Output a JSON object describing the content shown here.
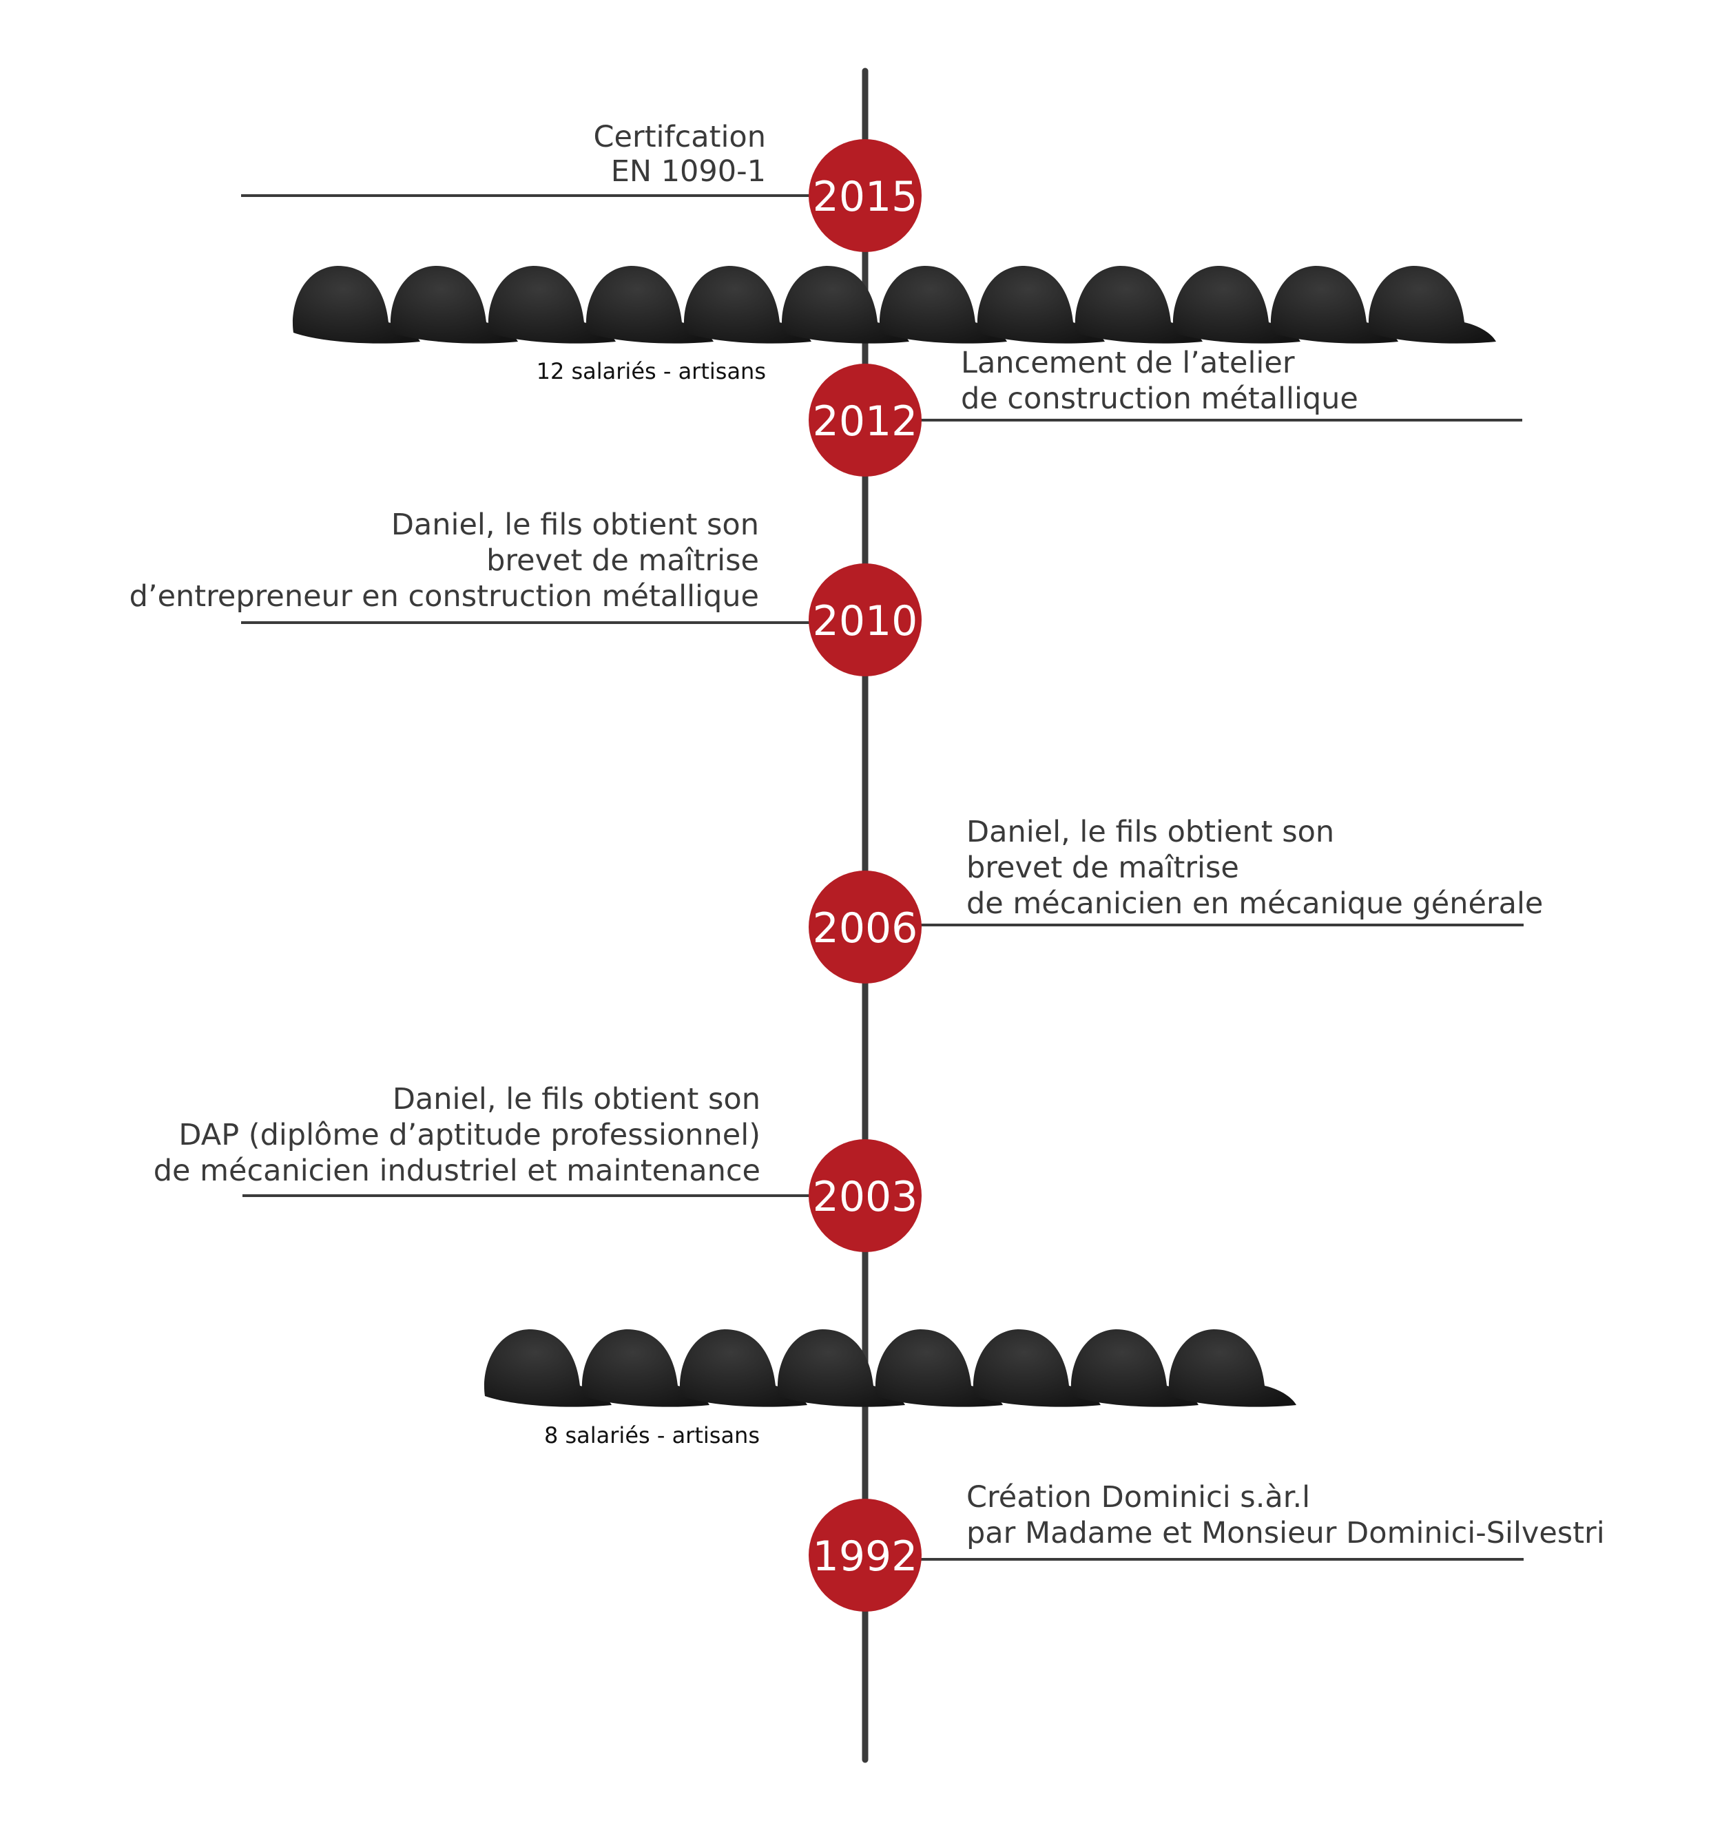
{
  "colors": {
    "accent": "#b51d24",
    "line": "#3b3b3b",
    "helmet": "#1e1e1e",
    "text": "#3a3a3a"
  },
  "events": [
    {
      "year": "2015",
      "side": "left",
      "lines": [
        "Certifcation",
        "EN 1090-1"
      ]
    },
    {
      "year": "2012",
      "side": "right",
      "lines": [
        "Lancement de l’atelier",
        "de construction métallique"
      ]
    },
    {
      "year": "2010",
      "side": "left",
      "lines": [
        "Daniel, le fils obtient son",
        "brevet de maîtrise",
        "d’entrepreneur en construction métallique"
      ]
    },
    {
      "year": "2006",
      "side": "right",
      "lines": [
        "Daniel, le fils obtient son",
        "brevet de maîtrise",
        "de mécanicien en mécanique générale"
      ]
    },
    {
      "year": "2003",
      "side": "left",
      "lines": [
        "Daniel, le fils obtient son",
        "DAP (diplôme d’aptitude professionnel)",
        "de mécanicien industriel et maintenance"
      ]
    },
    {
      "year": "1992",
      "side": "right",
      "lines": [
        "Création Dominici s.àr.l",
        "par Madame et Monsieur Dominici-Silvestri"
      ]
    }
  ],
  "staff_groups": [
    {
      "label": "12 salariés - artisans",
      "count": 12,
      "helmet_icon": "helmet-icon"
    },
    {
      "label": "8 salariés - artisans",
      "count": 8,
      "helmet_icon": "helmet-icon"
    }
  ]
}
